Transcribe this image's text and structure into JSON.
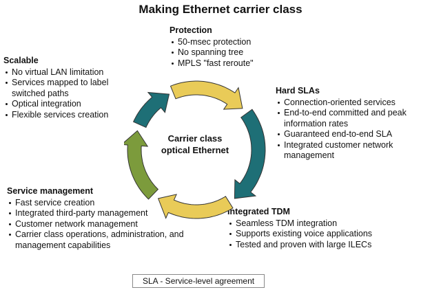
{
  "title": "Making Ethernet carrier class",
  "center_label": [
    "Carrier class",
    "optical Ethernet"
  ],
  "blocks": {
    "protection": {
      "heading": "Protection",
      "items": [
        "50-msec protection",
        "No spanning tree",
        "MPLS \"fast reroute\""
      ]
    },
    "scalable": {
      "heading": "Scalable",
      "items": [
        "No virtual LAN limitation",
        "Services mapped to label switched paths",
        "Optical integration",
        "Flexible services creation"
      ]
    },
    "hard_slas": {
      "heading": "Hard SLAs",
      "items": [
        "Connection-oriented services",
        "End-to-end committed and peak information rates",
        "Guaranteed end-to-end SLA",
        "Integrated customer network management"
      ]
    },
    "service_management": {
      "heading": "Service management",
      "items": [
        "Fast service creation",
        "Integrated third-party management",
        "Customer network management",
        "Carrier class operations, administration, and management capabilities"
      ]
    },
    "integrated_tdm": {
      "heading": "Integrated TDM",
      "items": [
        "Seamless TDM integration",
        "Supports existing voice applications",
        "Tested and proven with large ILECs"
      ]
    }
  },
  "legend": "SLA - Service-level agreement",
  "colors": {
    "teal": "#1e6f76",
    "yellow": "#e9cb58",
    "green": "#7c9b3c"
  }
}
